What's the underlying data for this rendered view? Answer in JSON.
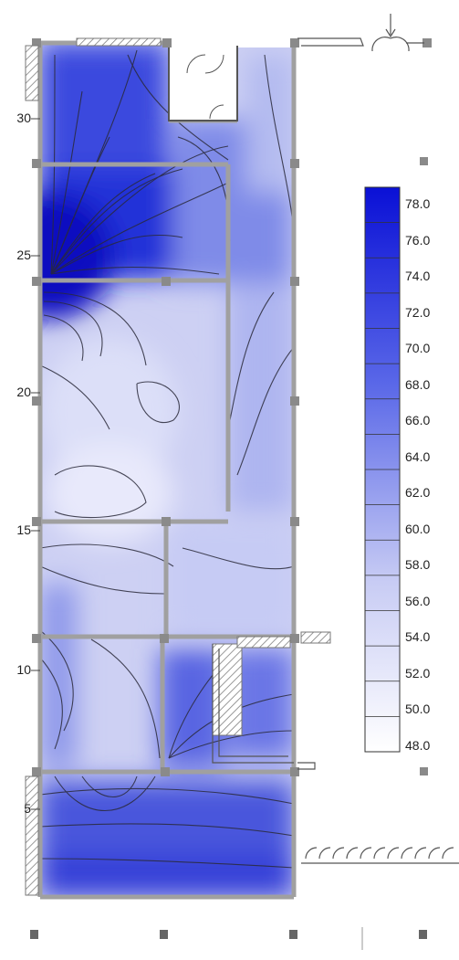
{
  "chart_data": {
    "type": "heatmap",
    "y_axis": {
      "ticks": [
        "5",
        "10",
        "15",
        "20",
        "25",
        "30"
      ],
      "range": [
        2,
        33
      ]
    },
    "colorbar": {
      "levels": [
        "78.0",
        "76.0",
        "74.0",
        "72.0",
        "70.0",
        "68.0",
        "66.0",
        "64.0",
        "62.0",
        "60.0",
        "58.0",
        "56.0",
        "54.0",
        "52.0",
        "50.0",
        "48.0"
      ],
      "range": [
        48,
        78
      ],
      "color_high": "#1018d8",
      "color_low": "#ffffff"
    }
  },
  "colors": {
    "wall": "#a0a0a0",
    "contour": "#2a2a3a",
    "hatch": "#777777"
  }
}
